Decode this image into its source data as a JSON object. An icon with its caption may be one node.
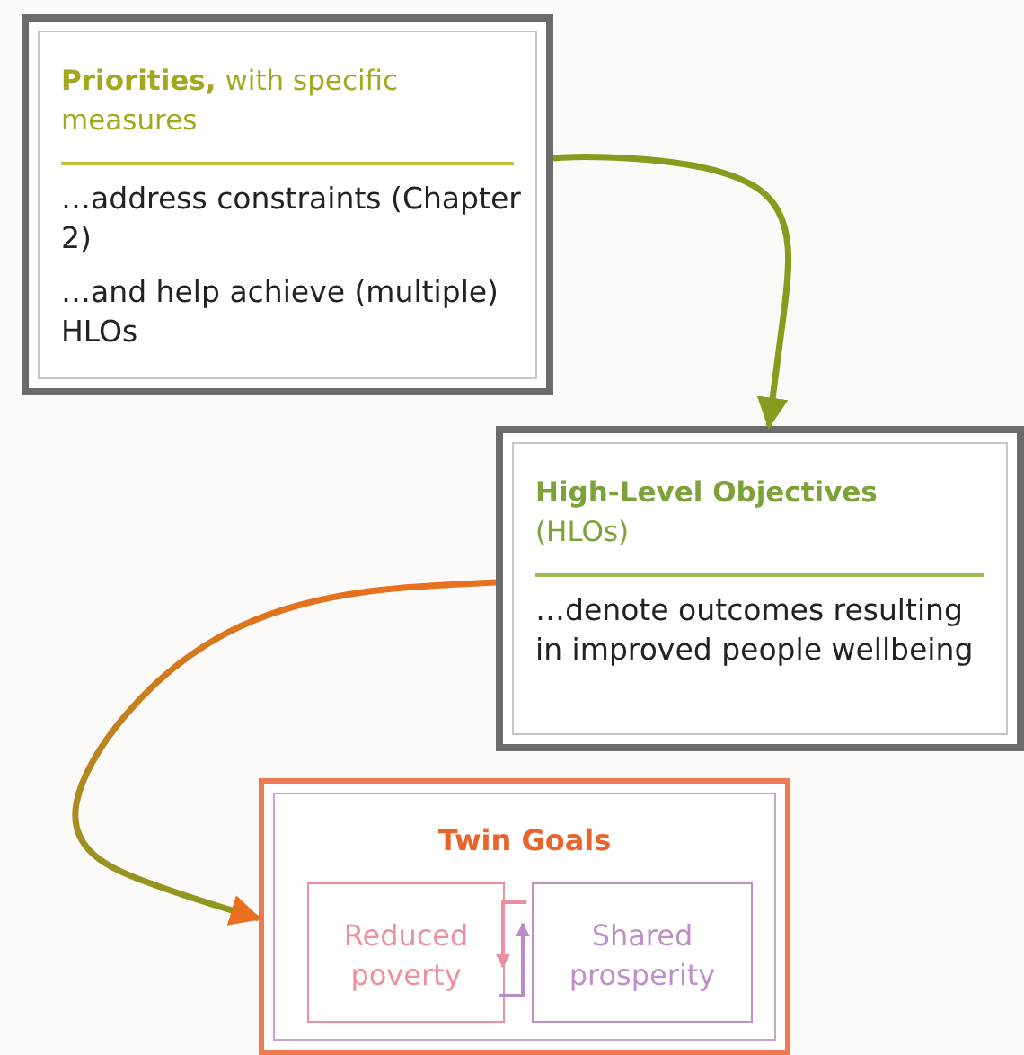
{
  "diagram": {
    "nodes": [
      {
        "text": [
          "**Priorities,** with specific measures",
          "…address constraints (Chapter 2)",
          "…and help achieve (multiple) HLOs"
        ]
      },
      {
        "text": [
          "**High-Level Objectives** (HLOs)",
          "…denote outcomes resulting in improved people wellbeing"
        ]
      },
      {
        "text": [
          "Twin Goals"
        ]
      },
      {
        "text": [
          "Reduced poverty"
        ],
        "in": 2
      },
      {
        "text": [
          "Shared prosperity"
        ],
        "in": 2
      }
    ],
    "edges": [
      {
        "from": 0,
        "to": 1,
        "arrow": "to",
        "color": "#8a9a1e"
      },
      {
        "from": 1,
        "to": 2,
        "arrow": "to",
        "color": "#e8701e"
      },
      {
        "from": 4,
        "to": 3,
        "arrow": "to",
        "color": "#ee8fa0"
      },
      {
        "from": 3,
        "to": 4,
        "arrow": "to",
        "color": "#b98cc4"
      }
    ]
  }
}
